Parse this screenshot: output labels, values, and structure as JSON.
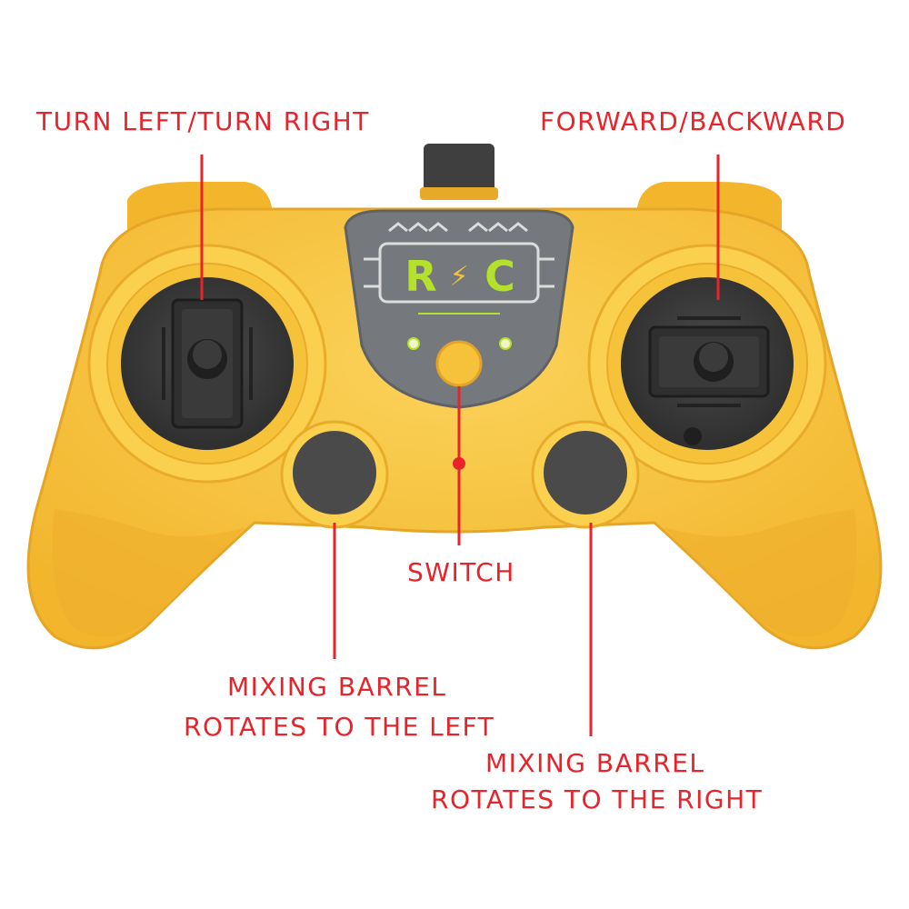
{
  "colors": {
    "body": "#f6c23a",
    "body_shadow": "#e7a928",
    "body_highlight": "#fbd35a",
    "stick_well": "#3c3c3c",
    "panel": "#75787d",
    "logo_accent": "#b4e22a",
    "label": "#e8232a",
    "switch_led": "#e8232a"
  },
  "controller": {
    "logo_text_left": "R",
    "logo_text_right": "C",
    "logo_bolt": "⚡"
  },
  "annotations": {
    "left_stick": "TURN LEFT/TURN RIGHT",
    "right_stick": "FORWARD/BACKWARD",
    "switch": "SWITCH",
    "left_button_line1": "MIXING BARREL",
    "left_button_line2": "ROTATES TO THE LEFT",
    "right_button_line1": "MIXING BARREL",
    "right_button_line2": "ROTATES TO THE RIGHT"
  }
}
